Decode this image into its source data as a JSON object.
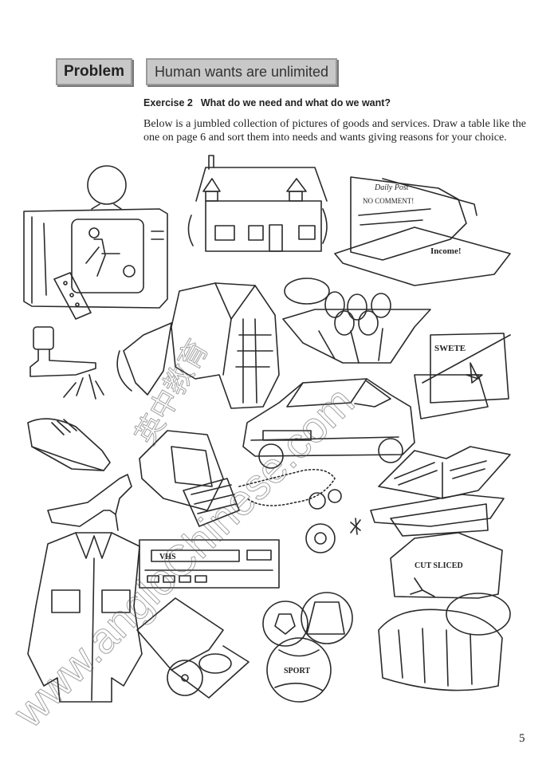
{
  "header": {
    "tag": "Problem",
    "title": "Human wants are unlimited"
  },
  "exercise": {
    "label": "Exercise 2",
    "question": "What do we need and what do we want?",
    "instructions": "Below is a jumbled collection of pictures of goods and services. Draw a table like the one on page 6 and sort them into needs and wants giving reasons for your choice."
  },
  "illustration_labels": {
    "newspaper_masthead": "Daily Post",
    "newspaper_headline": "NO COMMENT!",
    "newspaper_headline_2": "Income!",
    "matchbox_brand": "SWETE",
    "vcr_brand": "VHS",
    "ball_label": "SPORT",
    "bread_bag": "CUT SLICED"
  },
  "watermark": {
    "url": "www.angloChinese.com",
    "cn": "英中教育"
  },
  "page_number": "5"
}
